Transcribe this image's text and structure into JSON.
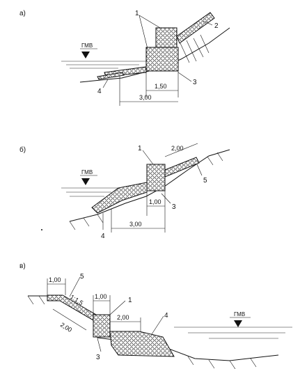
{
  "panels": [
    {
      "id": "a",
      "label": "а)",
      "water_label": "ГМВ",
      "callouts": [
        "1",
        "2",
        "3",
        "4"
      ],
      "dimensions": [
        "1,50",
        "3,00"
      ]
    },
    {
      "id": "b",
      "label": "б)",
      "water_label": "ГМВ",
      "callouts": [
        "1",
        "3",
        "4",
        "5"
      ],
      "dimensions": [
        "2,00",
        "1,00",
        "3,00"
      ]
    },
    {
      "id": "v",
      "label": "в)",
      "water_label": "ГМВ",
      "callouts": [
        "1",
        "3",
        "4",
        "5"
      ],
      "dimensions": [
        "1,00",
        "1,00",
        "2,00",
        "2,00"
      ],
      "slope_label": "1:1,5"
    }
  ],
  "colors": {
    "line": "#111111",
    "background": "#ffffff"
  }
}
